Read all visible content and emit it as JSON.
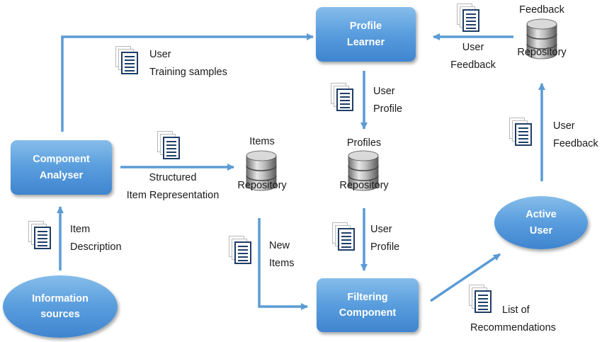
{
  "nodes": {
    "profile_learner": [
      "Profile",
      "Learner"
    ],
    "component_analyser": [
      "Component",
      "Analyser"
    ],
    "filtering_component": [
      "Filtering",
      "Component"
    ],
    "active_user": [
      "Active",
      "User"
    ],
    "information_sources": [
      "Information",
      "sources"
    ]
  },
  "repositories": {
    "feedback": [
      "Feedback",
      "Repository"
    ],
    "items": [
      "Items",
      "Repository"
    ],
    "profiles": [
      "Profiles",
      "Repository"
    ]
  },
  "edge_labels": {
    "user_training": [
      "User",
      "Training samples"
    ],
    "user_feedback_top": [
      "User",
      "Feedback"
    ],
    "user_profile_top": [
      "User",
      "Profile"
    ],
    "user_feedback_right": [
      "User",
      "Feedback"
    ],
    "structured_item": [
      "Structured",
      "Item Representation"
    ],
    "item_description": [
      "Item",
      "Description"
    ],
    "new_items": [
      "New",
      "Items"
    ],
    "user_profile_bottom": [
      "User",
      "Profile"
    ],
    "list_recommendations": [
      "List of",
      "Recommendations"
    ]
  },
  "colors": {
    "node_fill": "#5a9ede",
    "arrow": "#5b9bd5",
    "document_lines": "#1f3d67"
  }
}
